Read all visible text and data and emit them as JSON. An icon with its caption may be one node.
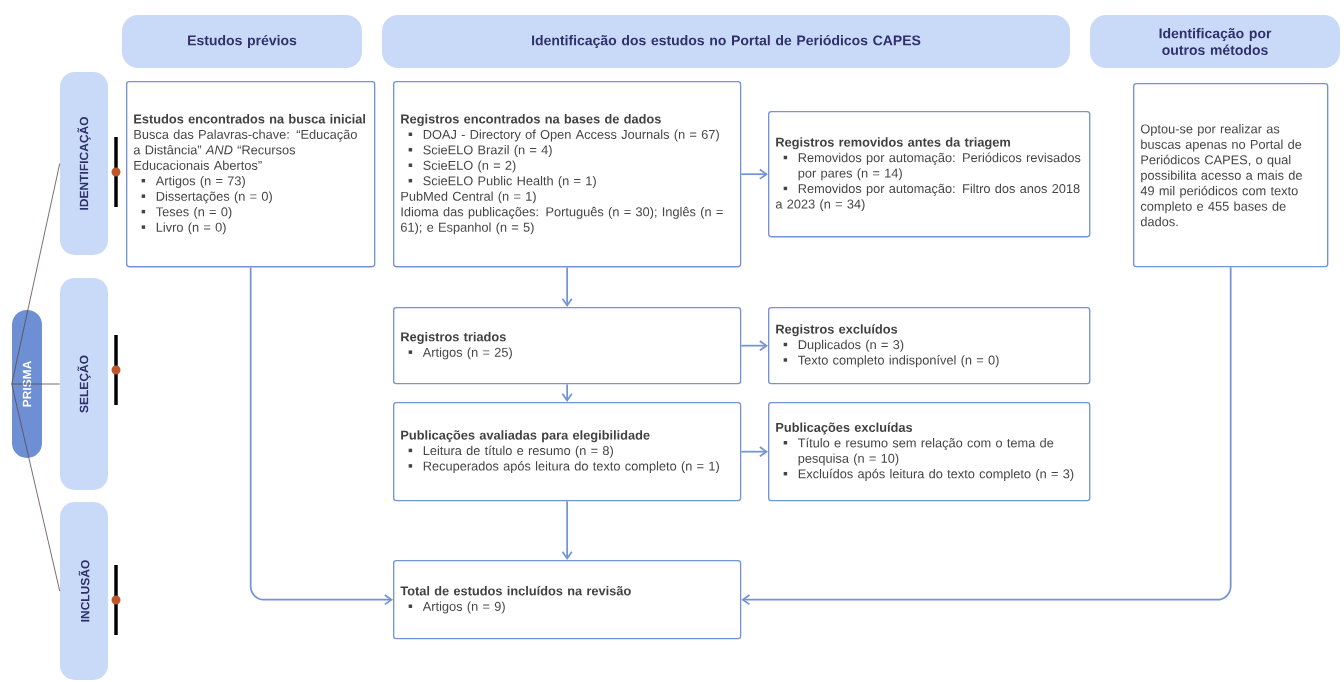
{
  "diagram": {
    "nodes": [
      {
        "text": [
          "PRISMA"
        ]
      },
      {
        "text": [
          "IDENTIFICAÇÃO"
        ]
      },
      {
        "text": [
          "SELEÇÃO"
        ]
      },
      {
        "text": [
          "INCLUSÃO"
        ]
      },
      {
        "text": [
          "Estudos prévios"
        ]
      },
      {
        "text": [
          "Identificação dos estudos no Portal de Periódicos CAPES"
        ]
      },
      {
        "text": [
          "Identificação por outros métodos"
        ]
      },
      {
        "text": [
          "Estudos encontrados na busca inicial",
          "Busca das Palavras-chave: “Educação a Distância” *AND* “Recursos Educacionais Abertos”",
          "Artigos (n = 73)",
          "Dissertações (n = 0)",
          "Teses (n = 0)",
          "Livro (n = 0)"
        ]
      },
      {
        "text": [
          "Registros encontrados na bases de dados",
          "DOAJ - Directory of Open Access Journals (n = 67)",
          "ScieELO Brazil (n = 4)",
          "ScieELO (n = 2)",
          "ScieELO Public Health (n = 1)",
          "PubMed Central (n = 1)",
          "Idioma das publicações: Português (n = 30); Inglês (n = 61); e Espanhol (n = 5)"
        ]
      },
      {
        "text": [
          "Registros removidos antes da triagem",
          "Removidos por automação: Periódicos revisados por pares (n = 14)",
          "Removidos por automação: Filtro dos anos 2018 a 2023 (n = 34)"
        ]
      },
      {
        "text": [
          "Optou-se por realizar as buscas apenas no Portal de Periódicos CAPES, o qual possibilita acesso a mais de 49 mil periódicos com texto completo e 455 bases de dados."
        ]
      },
      {
        "text": [
          "Registros triados",
          "Artigos (n = 25)"
        ]
      },
      {
        "text": [
          "Registros excluídos",
          "Duplicados (n = 3)",
          "Texto completo indisponível (n = 0)"
        ]
      },
      {
        "text": [
          "Publicações avaliadas para elegibilidade",
          "Leitura de título e resumo (n = 8)",
          "Recuperados após leitura do texto completo (n = 1)"
        ]
      },
      {
        "text": [
          "Publicações excluídas",
          "Título e resumo sem relação com o tema de pesquisa (n = 10)",
          "Excluídos após leitura do texto completo (n = 3)"
        ]
      },
      {
        "text": [
          "Total de estudos incluídos na revisão",
          "Artigos (n = 9)"
        ]
      }
    ],
    "edges": [
      {
        "from": 0,
        "to": 1,
        "arrow": "none",
        "color": "#5a4848"
      },
      {
        "from": 0,
        "to": 2,
        "arrow": "none",
        "color": "#5a4848"
      },
      {
        "from": 0,
        "to": 3,
        "arrow": "none",
        "color": "#5a4848"
      },
      {
        "from": 8,
        "to": 9,
        "arrow": "to"
      },
      {
        "from": 8,
        "to": 11,
        "arrow": "to"
      },
      {
        "from": 11,
        "to": 12,
        "arrow": "to"
      },
      {
        "from": 11,
        "to": 13,
        "arrow": "to"
      },
      {
        "from": 13,
        "to": 14,
        "arrow": "to"
      },
      {
        "from": 13,
        "to": 15,
        "arrow": "to"
      },
      {
        "from": 7,
        "to": 15,
        "arrow": "to"
      },
      {
        "from": 10,
        "to": 15,
        "arrow": "to"
      }
    ]
  }
}
